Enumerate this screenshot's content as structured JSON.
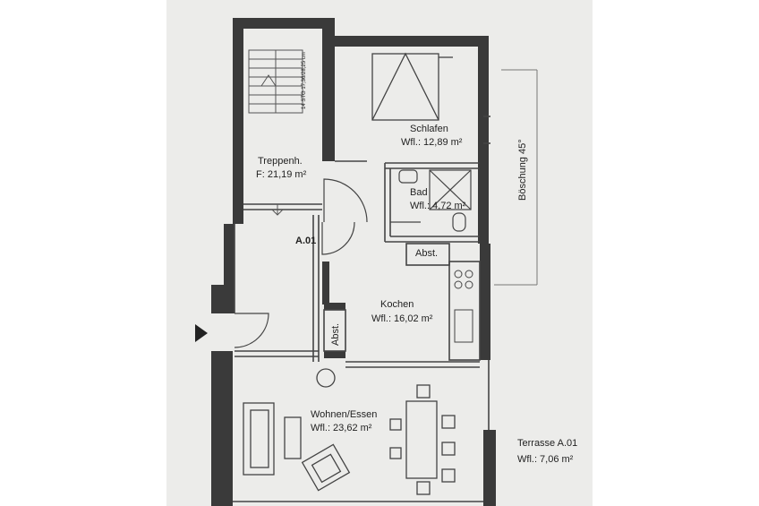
{
  "plan": {
    "unit_label": "A.01",
    "rooms": {
      "staircase": {
        "name": "Treppenh.",
        "area": "F: 21,19 m²"
      },
      "bedroom": {
        "name": "Schlafen",
        "area": "Wfl.: 12,89 m²"
      },
      "bath": {
        "name": "Bad",
        "area": "Wfl.: 4,72 m²"
      },
      "storage1": {
        "name": "Abst."
      },
      "storage2": {
        "name": "Abst."
      },
      "kitchen": {
        "name": "Kochen",
        "area": "Wfl.: 16,02 m²"
      },
      "living": {
        "name": "Wohnen/Essen",
        "area": "Wfl.:  23,62 m²"
      },
      "terrace": {
        "name": "Terrasse A.01",
        "area": "Wfl.:    7,06 m²"
      }
    },
    "slope_label": "Böschung 45°",
    "stair_note": "14 STG 17,36/28,25 cm"
  },
  "colors": {
    "paper": "#ececea",
    "wall": "#3a3a3a",
    "line": "#444444"
  }
}
